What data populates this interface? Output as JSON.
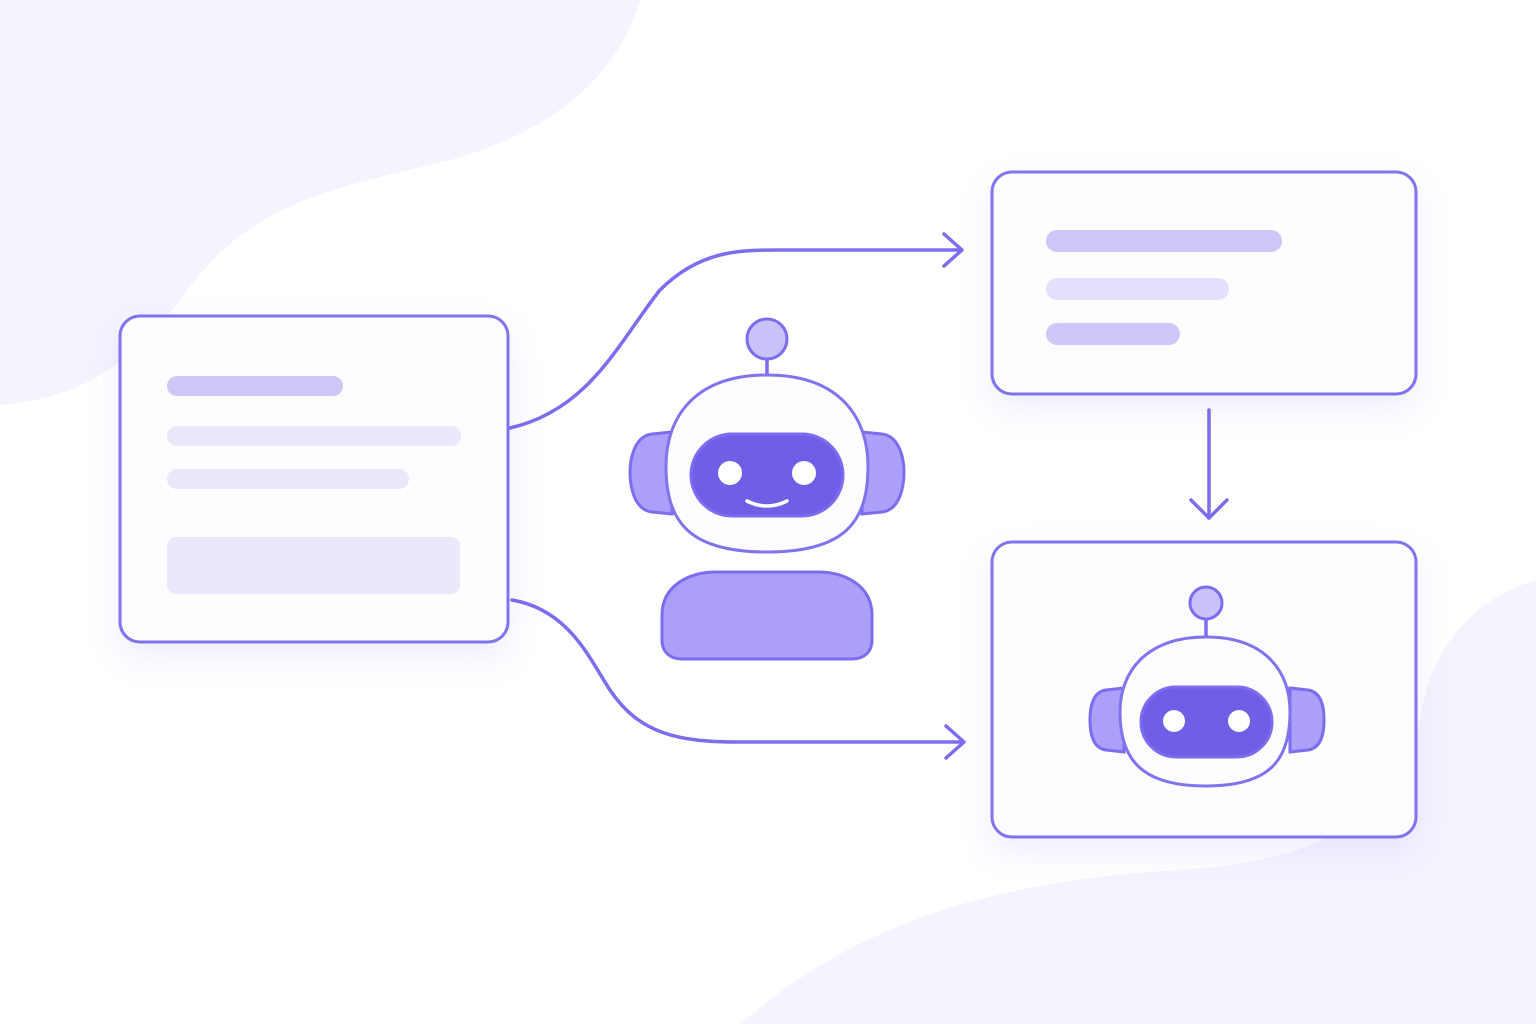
{
  "colors": {
    "background": "#ffffff",
    "blob": "#f6f3fe",
    "accent": "#7b6cf0",
    "accent_dark": "#6e5fe6",
    "accent_light": "#ab9ff7",
    "accent_pale": "#c9c2f8",
    "bar_primary": "#cec7f8",
    "bar_secondary": "#e4e0fb",
    "bar_tertiary": "#ebe8fb",
    "card_fill": "#fdfcff",
    "card_stroke": "#8073ee",
    "eye_white": "#ffffff"
  },
  "diagram": {
    "nodes": [
      {
        "id": "input-form-card",
        "kind": "form-card",
        "content": [
          "heading-bar",
          "text-bar",
          "text-bar",
          "input-box"
        ]
      },
      {
        "id": "center-robot",
        "kind": "robot",
        "expression": "smiling"
      },
      {
        "id": "text-output-card",
        "kind": "text-card",
        "content": [
          "bar",
          "bar",
          "bar"
        ]
      },
      {
        "id": "robot-output-card",
        "kind": "robot-card",
        "expression": "neutral"
      }
    ],
    "edges": [
      {
        "from": "input-form-card",
        "to": "text-output-card",
        "style": "curved-arrow"
      },
      {
        "from": "input-form-card",
        "to": "robot-output-card",
        "style": "curved-arrow"
      },
      {
        "from": "text-output-card",
        "to": "robot-output-card",
        "style": "straight-arrow"
      }
    ],
    "icons": [
      "robot-icon",
      "robot-head-icon",
      "arrow-right-icon",
      "arrow-down-icon"
    ]
  }
}
